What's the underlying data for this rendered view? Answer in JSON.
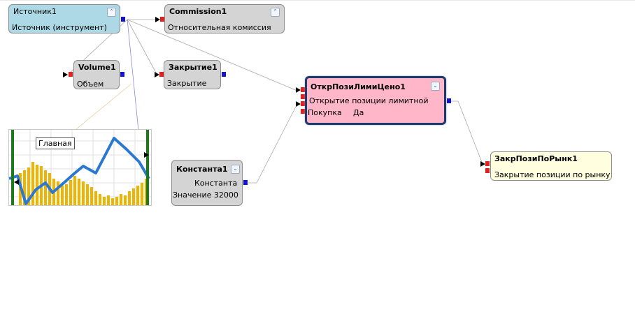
{
  "nodes": {
    "source": {
      "title": "Источник1",
      "subtitle": "Источник (инструмент)"
    },
    "commission": {
      "title": "Commission1",
      "subtitle": "Относительная комиссия"
    },
    "volume": {
      "title": "Volume1",
      "subtitle": "Объем"
    },
    "close": {
      "title": "Закрытие1",
      "subtitle": "Закрытие"
    },
    "open_limit": {
      "title": "ОткрПозиЛимиЦено1",
      "subtitle": "Открытие позиции лимитной",
      "param_name": "Покупка",
      "param_value": "Да"
    },
    "constant": {
      "title": "Константа1",
      "subtitle": "Константа",
      "param": "Значение 32000"
    },
    "close_market": {
      "title": "ЗакрПозиПоРынк1",
      "subtitle": "Закрытие позиции по рынку"
    }
  },
  "chart": {
    "label": "Главная"
  },
  "icons": {
    "collapse_up": "chevron-double-up-icon",
    "collapse_down": "chevron-double-down-icon"
  },
  "colors": {
    "source_bg": "#add8e6",
    "node_bg": "#d4d4d4",
    "selected_bg": "#ffb6c8",
    "output_bg": "#ffffe0",
    "in_port": "#e02020",
    "out_port": "#1414d0"
  }
}
